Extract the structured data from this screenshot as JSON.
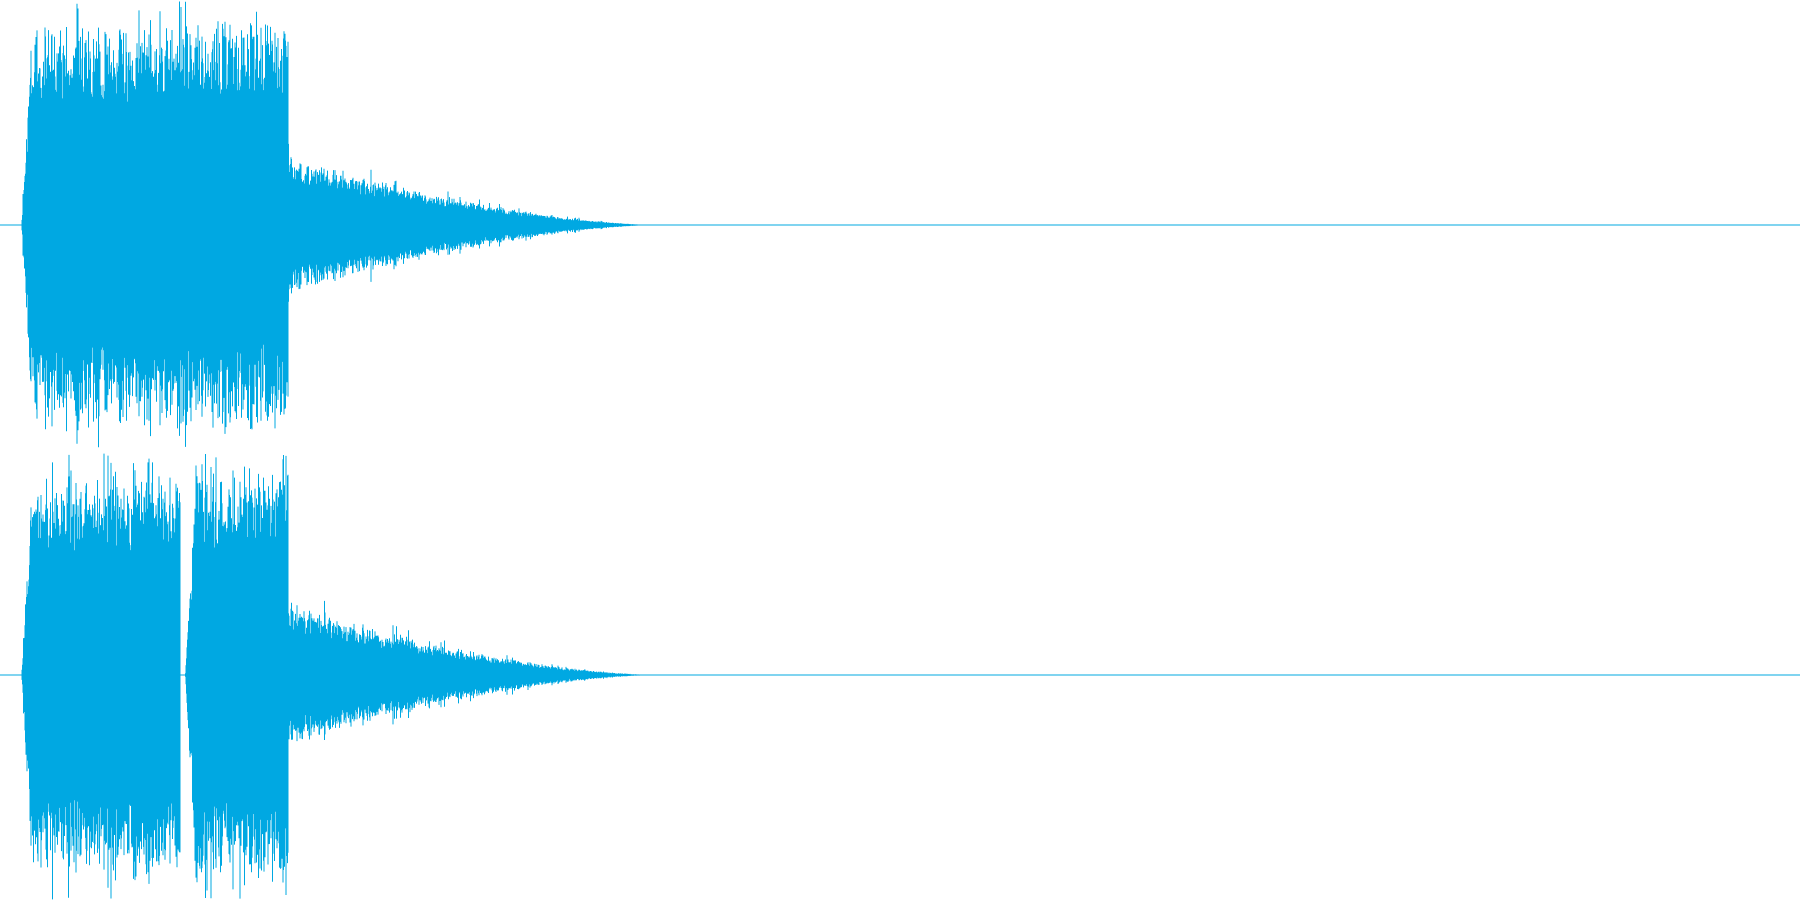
{
  "waveform": {
    "color": "#00a8e2",
    "background": "#ffffff",
    "channels": [
      {
        "id": "channel-1",
        "seed": 7,
        "bursts": [
          {
            "start": 0.012,
            "end": 0.155,
            "peak": 0.92
          },
          {
            "start": 0.103,
            "end": 0.16,
            "peak": 0.95
          }
        ],
        "tail_end": 0.365
      },
      {
        "id": "channel-2",
        "seed": 19,
        "bursts": [
          {
            "start": 0.012,
            "end": 0.1,
            "peak": 0.92
          },
          {
            "start": 0.103,
            "end": 0.16,
            "peak": 0.96
          }
        ],
        "tail_end": 0.365
      }
    ]
  }
}
